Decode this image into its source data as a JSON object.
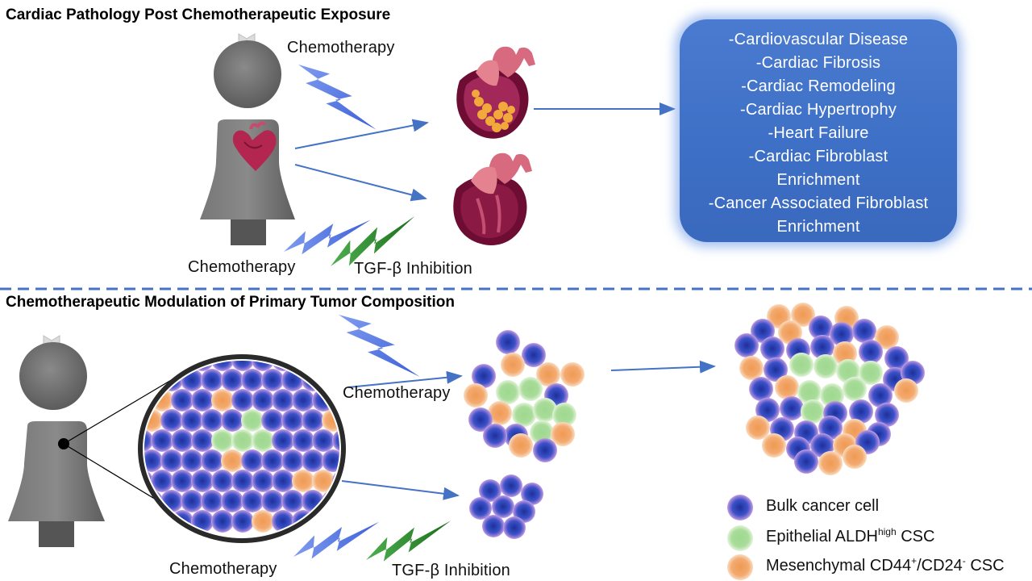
{
  "sections": {
    "top_title": "Cardiac Pathology Post Chemotherapeutic Exposure",
    "bottom_title": "Chemotherapeutic Modulation of Primary Tumor Composition"
  },
  "labels": {
    "chemo_top_1": "Chemotherapy",
    "chemo_top_2": "Chemotherapy",
    "tgf_top": "TGF-β Inhibition",
    "chemo_bottom_1": "Chemotherapy",
    "chemo_bottom_2": "Chemotherapy",
    "tgf_bottom": "TGF-β Inhibition"
  },
  "outcomes": [
    "-Cardiovascular Disease",
    "-Cardiac Fibrosis",
    "-Cardiac Remodeling",
    "-Cardiac Hypertrophy",
    "-Heart Failure",
    "-Cardiac Fibroblast",
    "Enrichment",
    "-Cancer Associated Fibroblast",
    "Enrichment"
  ],
  "legend": {
    "bulk": "Bulk cancer cell",
    "epithelial_prefix": "Epithelial ALDH",
    "epithelial_sup": "high",
    "epithelial_suffix": " CSC",
    "mesenchymal_prefix": "Mesenchymal CD44",
    "mesenchymal_sup1": "+",
    "mesenchymal_mid": "/CD24",
    "mesenchymal_sup2": "-",
    "mesenchymal_suffix": " CSC"
  },
  "colors": {
    "arrow": "#4472c4",
    "divider": "#4472c4",
    "chemo_bolt": "#5b7fe0",
    "tgf_bolt": "#2e8b2e",
    "silhouette": "#6e6e6e",
    "box": "#4472c4",
    "bulk_cell": "#3a4fc0",
    "epithelial_cell": "#8fcf80",
    "mesenchymal_cell": "#f0a060"
  },
  "icons": [
    "person-silhouette",
    "heart-icon",
    "lightning-bolt-icon",
    "cell-cluster"
  ]
}
